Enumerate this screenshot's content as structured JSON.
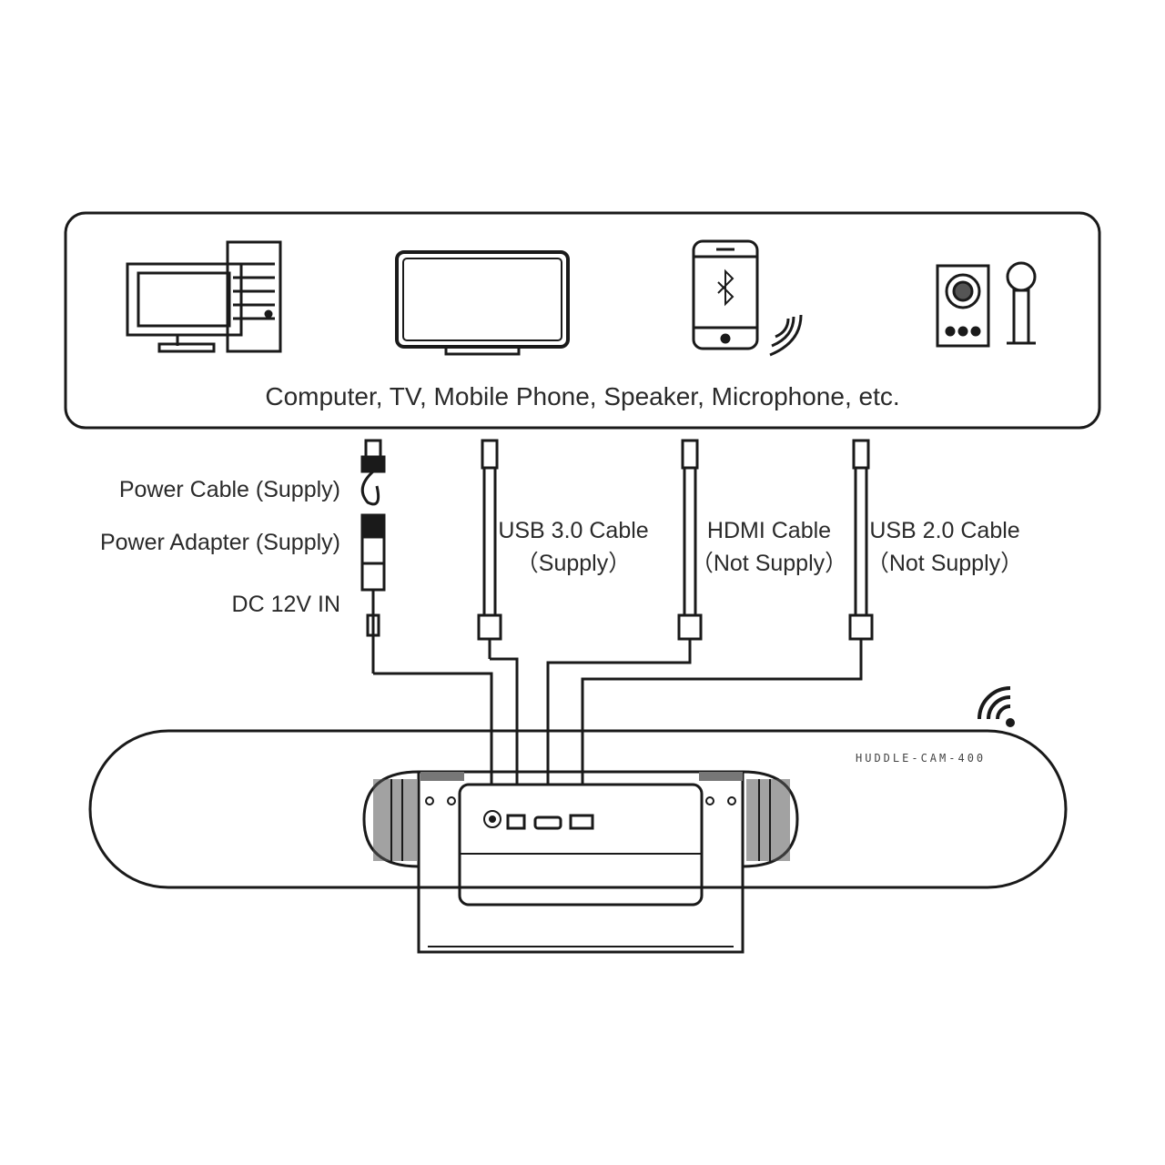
{
  "devices_caption": "Computer, TV, Mobile Phone, Speaker, Microphone, etc.",
  "devices": [
    {
      "name": "computer",
      "icon": "computer-icon"
    },
    {
      "name": "tv",
      "icon": "tv-icon"
    },
    {
      "name": "mobile-phone",
      "icon": "bluetooth-phone-icon"
    },
    {
      "name": "speaker",
      "icon": "speaker-icon"
    },
    {
      "name": "microphone",
      "icon": "microphone-icon"
    }
  ],
  "left_labels": {
    "power_cable": "Power Cable (Supply)",
    "power_adapter": "Power Adapter (Supply)",
    "dc_in": "DC 12V IN"
  },
  "cables": {
    "usb3": {
      "name": "USB 3.0 Cable",
      "note": "（Supply）"
    },
    "hdmi": {
      "name": "HDMI Cable",
      "note": "（Not Supply）"
    },
    "usb2": {
      "name": "USB 2.0 Cable",
      "note": "（Not Supply）"
    }
  },
  "camera_model": "HUDDLE-CAM-400",
  "colors": {
    "line": "#1a1a1a",
    "text": "#2a2a2a",
    "background": "#ffffff"
  }
}
